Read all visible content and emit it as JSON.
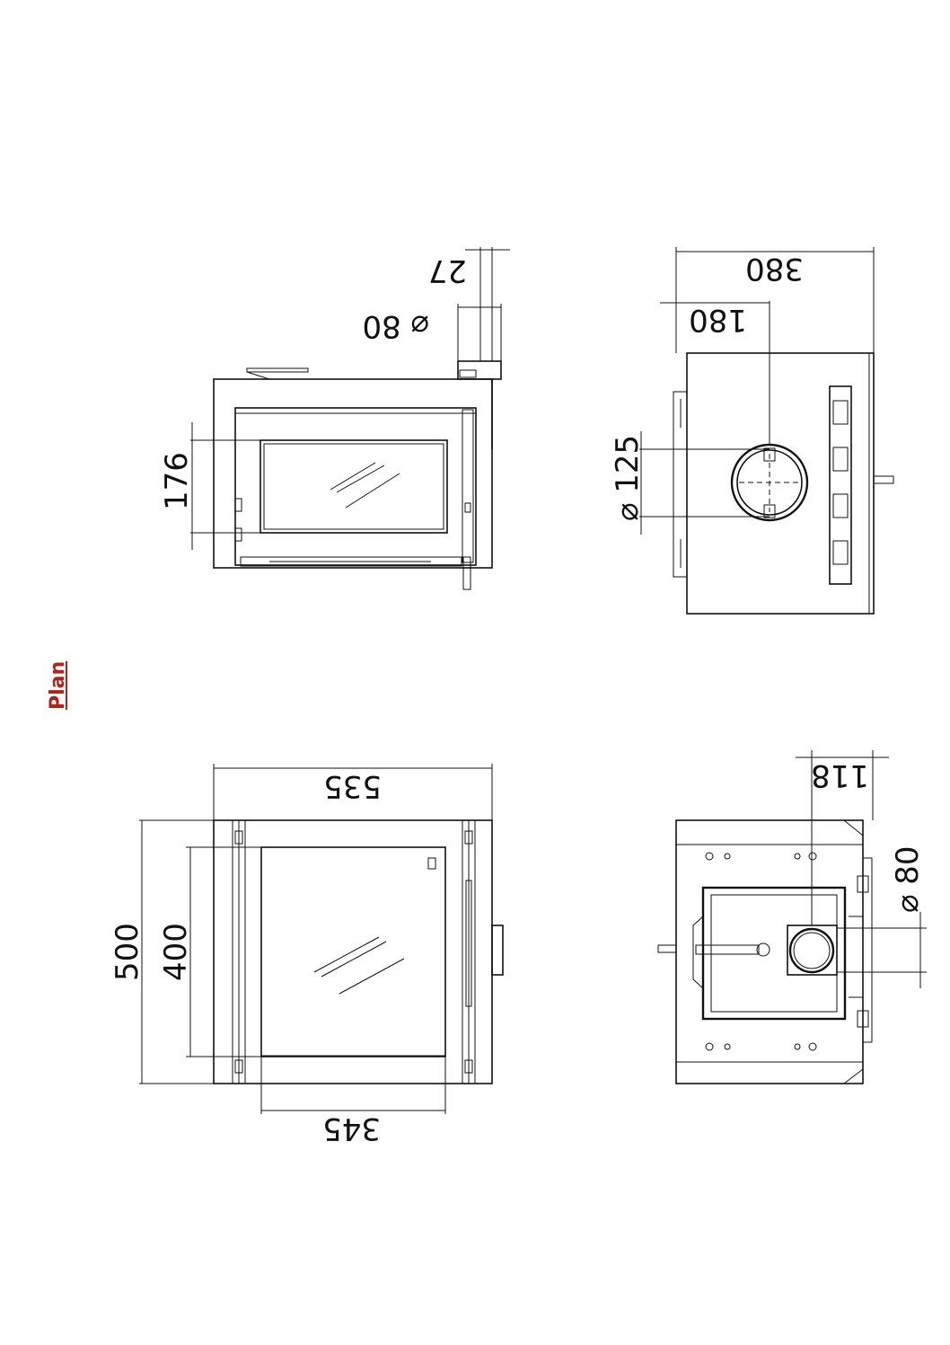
{
  "title": "Plan",
  "dimensions": {
    "top_left_depth": "27",
    "top_left_flue": "⌀ 80",
    "top_left_height": "176",
    "top_right_width": "380",
    "top_right_offset": "180",
    "top_right_flue": "⌀ 125",
    "bottom_left_width": "535",
    "bottom_left_height": "500",
    "bottom_left_inner_height": "400",
    "bottom_left_inner_width": "345",
    "bottom_right_offset": "118",
    "bottom_right_flue": "⌀ 80"
  },
  "colors": {
    "title": "#b3211c",
    "lines": "#111111"
  }
}
